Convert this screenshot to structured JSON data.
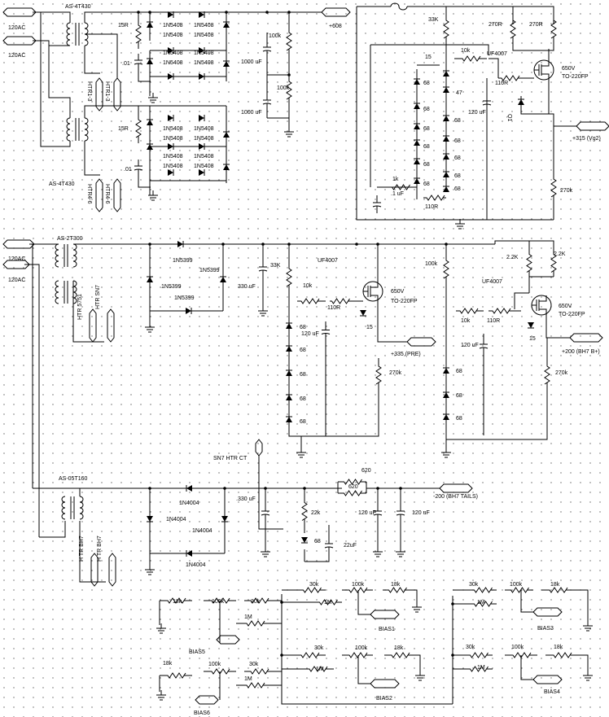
{
  "ac_inputs": [
    "120AC",
    "120AC",
    "120AC",
    "120AC"
  ],
  "transformers": {
    "t1": "AS-4T430",
    "t2": "AS-4T430",
    "t3": "AS-2T300",
    "t4": "AS-05T160"
  },
  "heater_labels": {
    "htr13a": "HTR1-3",
    "htr13b": "HTR1-3",
    "htr46a": "HTR4-6",
    "htr46b": "HTR4-6",
    "htr5751": "HTR 5751",
    "htrsn7": "HTR SN7",
    "htrbh7a": "H TR BH7",
    "htrbh7b": "H TR BH7"
  },
  "components": {
    "r15r": "15R",
    "c01": ".01",
    "d5408": "1N5408",
    "c1000": "1000 uF",
    "r100k": "100k",
    "r33k": "33K",
    "r270r": "270R",
    "r10k": "10k",
    "d15": "15",
    "d47": "47",
    "z68": "68",
    "c120": "120 uF",
    "r1k": "1k",
    "c1uf": ".1 uF",
    "r110r": "110R",
    "r270k": "270k",
    "d4007": "UF4007",
    "mosfet": "650V",
    "pkg": "TO-220FP",
    "q1": "Q1",
    "d5399": "1N5399",
    "c330": "330 uF",
    "r22k": "2.2K",
    "d4004": "1N4004",
    "c330b": ".330 uF",
    "r620": "620",
    "r22kb": "22k",
    "c22": "22uF",
    "r18k": "18k",
    "r30k": "30k",
    "r1m": "1M"
  },
  "rails": {
    "p608": "+608",
    "p315": "+315 (Vg2)",
    "p335": "+335 (PRE)",
    "p200": "+200 (BH7 B+)",
    "m200": "-200 (BH7 TAILS)"
  },
  "sn7ct": "SN7 HTR CT",
  "bias": [
    "BIAS1",
    "BIAS2",
    "BIAS3",
    "BIAS4",
    "BIAS5",
    "BIAS6"
  ]
}
